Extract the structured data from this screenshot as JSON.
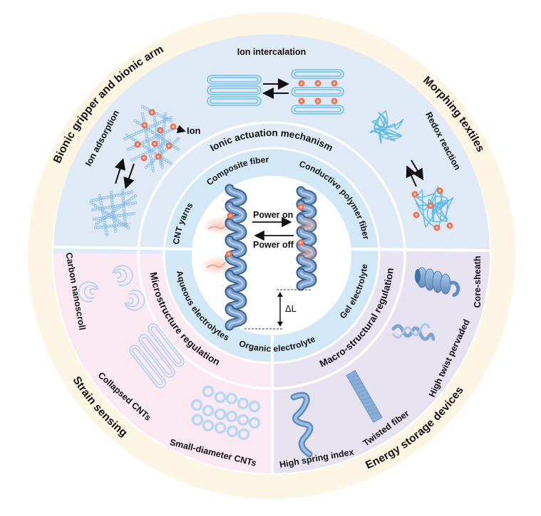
{
  "title": "Ionic actuation of CNT-based fiber actuators: mechanisms, regulation strategies, and applications",
  "colors": {
    "outer_ring": "#fdf5e4",
    "top_sector": "#dfeaf6",
    "bottom_left_sector": "#fbe9f1",
    "bottom_right_sector": "#e6e2f0",
    "inner_ring": "#d3e8f6",
    "ion": "#ef7151",
    "cnt_blue": "#6fb8ea",
    "fiber_blue": "#7ea4cf",
    "divider": "#ffffff"
  },
  "applications": {
    "top_left": "Bionic gripper and bionic arm",
    "top_right": "Morphing textiles",
    "bottom_left": "Strain sensing",
    "bottom_right": "Energy storage devices"
  },
  "sections": {
    "mechanism": {
      "title": "Ionic actuation mechanism",
      "items": [
        {
          "label": "Ion adsorption",
          "note": "Ion"
        },
        {
          "label": "Ion intercalation"
        },
        {
          "label": "Redox reaction"
        }
      ]
    },
    "microstructure": {
      "title": "Microstructure regulation",
      "items": [
        {
          "label": "Carbon nanoscroll"
        },
        {
          "label": "Collapsed CNTs"
        },
        {
          "label": "Small-diameter CNTs"
        }
      ]
    },
    "macrostructure": {
      "title": "Macro-structural regulation",
      "items": [
        {
          "label": "Core-sheath"
        },
        {
          "label": "High twist pervaded"
        },
        {
          "label": "Twisted fiber"
        },
        {
          "label": "High spring index"
        }
      ]
    }
  },
  "inner_ring": {
    "fibers": [
      "CNT yarns",
      "Composite fiber",
      "Conductive polymer fiber"
    ],
    "electrolytes": [
      "Aqueous electrolytes",
      "Organic electrolyte",
      "Gel electrolyte"
    ]
  },
  "center": {
    "power_on": "Power on",
    "power_off": "Power off",
    "delta_label": "ΔL"
  }
}
